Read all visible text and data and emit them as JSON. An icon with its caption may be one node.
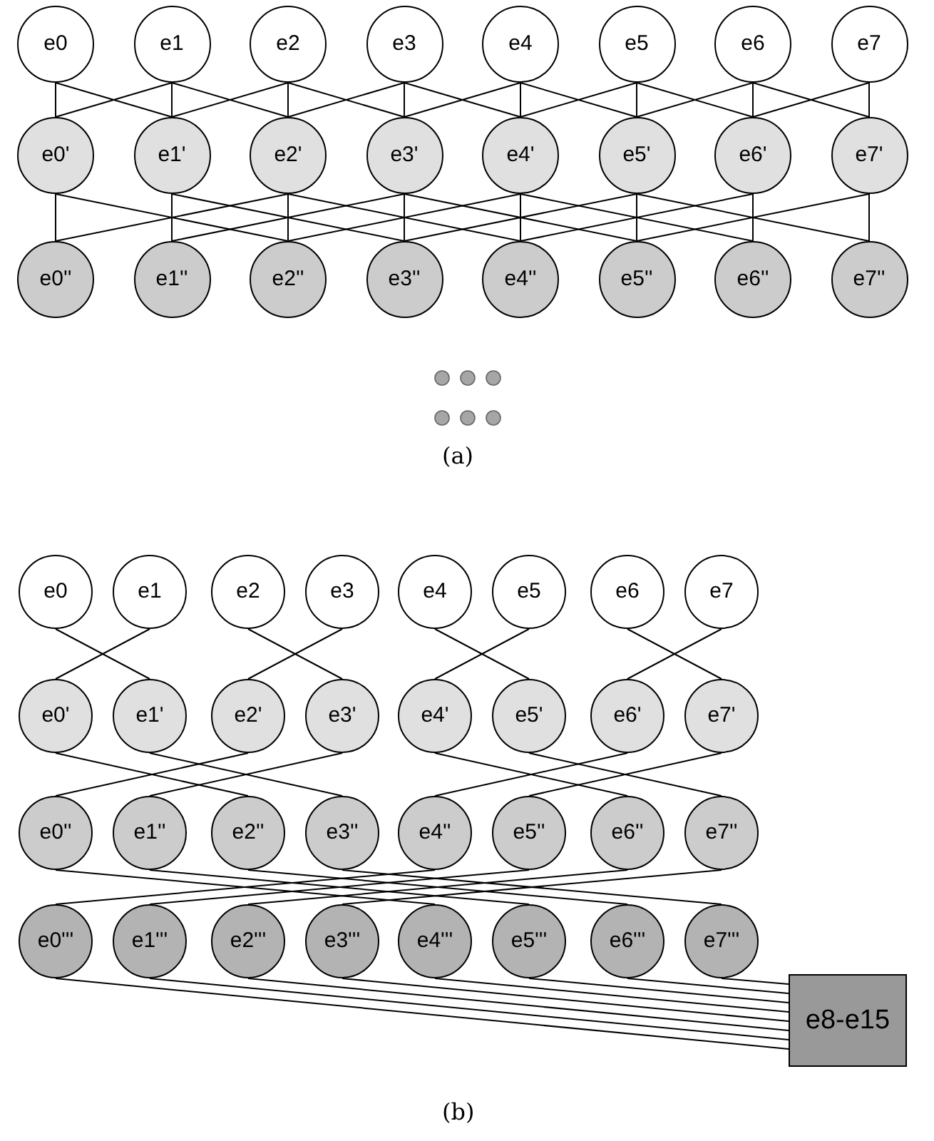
{
  "diagram": {
    "nodes": [
      {
        "text": [
          "e0"
        ]
      },
      {
        "text": [
          "e1"
        ]
      },
      {
        "text": [
          "e2"
        ]
      },
      {
        "text": [
          "e3"
        ]
      },
      {
        "text": [
          "e4"
        ]
      },
      {
        "text": [
          "e5"
        ]
      },
      {
        "text": [
          "e6"
        ]
      },
      {
        "text": [
          "e7"
        ]
      },
      {
        "text": [
          "e0'"
        ]
      },
      {
        "text": [
          "e1'"
        ]
      },
      {
        "text": [
          "e2'"
        ]
      },
      {
        "text": [
          "e3'"
        ]
      },
      {
        "text": [
          "e4'"
        ]
      },
      {
        "text": [
          "e5'"
        ]
      },
      {
        "text": [
          "e6'"
        ]
      },
      {
        "text": [
          "e7'"
        ]
      },
      {
        "text": [
          "e0''"
        ]
      },
      {
        "text": [
          "e1''"
        ]
      },
      {
        "text": [
          "e2''"
        ]
      },
      {
        "text": [
          "e3''"
        ]
      },
      {
        "text": [
          "e4''"
        ]
      },
      {
        "text": [
          "e5''"
        ]
      },
      {
        "text": [
          "e6''"
        ]
      },
      {
        "text": [
          "e7''"
        ]
      },
      {
        "text": [
          "e0"
        ]
      },
      {
        "text": [
          "e1"
        ]
      },
      {
        "text": [
          "e2"
        ]
      },
      {
        "text": [
          "e3"
        ]
      },
      {
        "text": [
          "e4"
        ]
      },
      {
        "text": [
          "e5"
        ]
      },
      {
        "text": [
          "e6"
        ]
      },
      {
        "text": [
          "e7"
        ]
      },
      {
        "text": [
          "e0'"
        ]
      },
      {
        "text": [
          "e1'"
        ]
      },
      {
        "text": [
          "e2'"
        ]
      },
      {
        "text": [
          "e3'"
        ]
      },
      {
        "text": [
          "e4'"
        ]
      },
      {
        "text": [
          "e5'"
        ]
      },
      {
        "text": [
          "e6'"
        ]
      },
      {
        "text": [
          "e7'"
        ]
      },
      {
        "text": [
          "e0''"
        ]
      },
      {
        "text": [
          "e1''"
        ]
      },
      {
        "text": [
          "e2''"
        ]
      },
      {
        "text": [
          "e3''"
        ]
      },
      {
        "text": [
          "e4''"
        ]
      },
      {
        "text": [
          "e5''"
        ]
      },
      {
        "text": [
          "e6''"
        ]
      },
      {
        "text": [
          "e7''"
        ]
      },
      {
        "text": [
          "e0'''"
        ]
      },
      {
        "text": [
          "e1'''"
        ]
      },
      {
        "text": [
          "e2'''"
        ]
      },
      {
        "text": [
          "e3'''"
        ]
      },
      {
        "text": [
          "e4'''"
        ]
      },
      {
        "text": [
          "e5'''"
        ]
      },
      {
        "text": [
          "e6'''"
        ]
      },
      {
        "text": [
          "e7'''"
        ]
      },
      {
        "text": [
          "e8-e15"
        ]
      }
    ],
    "edges": [
      {
        "from": 0,
        "to": 8,
        "arrow": "none"
      },
      {
        "from": 1,
        "to": 9,
        "arrow": "none"
      },
      {
        "from": 2,
        "to": 10,
        "arrow": "none"
      },
      {
        "from": 3,
        "to": 11,
        "arrow": "none"
      },
      {
        "from": 4,
        "to": 12,
        "arrow": "none"
      },
      {
        "from": 5,
        "to": 13,
        "arrow": "none"
      },
      {
        "from": 6,
        "to": 14,
        "arrow": "none"
      },
      {
        "from": 7,
        "to": 15,
        "arrow": "none"
      },
      {
        "from": 0,
        "to": 9,
        "arrow": "none"
      },
      {
        "from": 1,
        "to": 8,
        "arrow": "none"
      },
      {
        "from": 1,
        "to": 10,
        "arrow": "none"
      },
      {
        "from": 2,
        "to": 9,
        "arrow": "none"
      },
      {
        "from": 2,
        "to": 11,
        "arrow": "none"
      },
      {
        "from": 3,
        "to": 10,
        "arrow": "none"
      },
      {
        "from": 3,
        "to": 12,
        "arrow": "none"
      },
      {
        "from": 4,
        "to": 11,
        "arrow": "none"
      },
      {
        "from": 4,
        "to": 13,
        "arrow": "none"
      },
      {
        "from": 5,
        "to": 12,
        "arrow": "none"
      },
      {
        "from": 5,
        "to": 14,
        "arrow": "none"
      },
      {
        "from": 6,
        "to": 13,
        "arrow": "none"
      },
      {
        "from": 6,
        "to": 15,
        "arrow": "none"
      },
      {
        "from": 7,
        "to": 14,
        "arrow": "none"
      },
      {
        "from": 8,
        "to": 16,
        "arrow": "none"
      },
      {
        "from": 9,
        "to": 17,
        "arrow": "none"
      },
      {
        "from": 10,
        "to": 18,
        "arrow": "none"
      },
      {
        "from": 11,
        "to": 19,
        "arrow": "none"
      },
      {
        "from": 12,
        "to": 20,
        "arrow": "none"
      },
      {
        "from": 13,
        "to": 21,
        "arrow": "none"
      },
      {
        "from": 14,
        "to": 22,
        "arrow": "none"
      },
      {
        "from": 15,
        "to": 23,
        "arrow": "none"
      },
      {
        "from": 8,
        "to": 18,
        "arrow": "none"
      },
      {
        "from": 10,
        "to": 16,
        "arrow": "none"
      },
      {
        "from": 9,
        "to": 19,
        "arrow": "none"
      },
      {
        "from": 11,
        "to": 17,
        "arrow": "none"
      },
      {
        "from": 10,
        "to": 20,
        "arrow": "none"
      },
      {
        "from": 12,
        "to": 18,
        "arrow": "none"
      },
      {
        "from": 11,
        "to": 21,
        "arrow": "none"
      },
      {
        "from": 13,
        "to": 19,
        "arrow": "none"
      },
      {
        "from": 12,
        "to": 22,
        "arrow": "none"
      },
      {
        "from": 14,
        "to": 20,
        "arrow": "none"
      },
      {
        "from": 13,
        "to": 23,
        "arrow": "none"
      },
      {
        "from": 15,
        "to": 21,
        "arrow": "none"
      },
      {
        "from": 24,
        "to": 33,
        "arrow": "none"
      },
      {
        "from": 25,
        "to": 32,
        "arrow": "none"
      },
      {
        "from": 26,
        "to": 35,
        "arrow": "none"
      },
      {
        "from": 27,
        "to": 34,
        "arrow": "none"
      },
      {
        "from": 28,
        "to": 37,
        "arrow": "none"
      },
      {
        "from": 29,
        "to": 36,
        "arrow": "none"
      },
      {
        "from": 30,
        "to": 39,
        "arrow": "none"
      },
      {
        "from": 31,
        "to": 38,
        "arrow": "none"
      },
      {
        "from": 32,
        "to": 42,
        "arrow": "none"
      },
      {
        "from": 34,
        "to": 40,
        "arrow": "none"
      },
      {
        "from": 33,
        "to": 43,
        "arrow": "none"
      },
      {
        "from": 35,
        "to": 41,
        "arrow": "none"
      },
      {
        "from": 36,
        "to": 46,
        "arrow": "none"
      },
      {
        "from": 38,
        "to": 44,
        "arrow": "none"
      },
      {
        "from": 37,
        "to": 47,
        "arrow": "none"
      },
      {
        "from": 39,
        "to": 45,
        "arrow": "none"
      },
      {
        "from": 40,
        "to": 52,
        "arrow": "none"
      },
      {
        "from": 44,
        "to": 48,
        "arrow": "none"
      },
      {
        "from": 41,
        "to": 53,
        "arrow": "none"
      },
      {
        "from": 45,
        "to": 49,
        "arrow": "none"
      },
      {
        "from": 42,
        "to": 54,
        "arrow": "none"
      },
      {
        "from": 46,
        "to": 50,
        "arrow": "none"
      },
      {
        "from": 43,
        "to": 55,
        "arrow": "none"
      },
      {
        "from": 47,
        "to": 51,
        "arrow": "none"
      },
      {
        "from": 48,
        "to": 56,
        "arrow": "none"
      },
      {
        "from": 49,
        "to": 56,
        "arrow": "none"
      },
      {
        "from": 50,
        "to": 56,
        "arrow": "none"
      },
      {
        "from": 51,
        "to": 56,
        "arrow": "none"
      },
      {
        "from": 52,
        "to": 56,
        "arrow": "none"
      },
      {
        "from": 53,
        "to": 56,
        "arrow": "none"
      },
      {
        "from": 54,
        "to": 56,
        "arrow": "none"
      },
      {
        "from": 55,
        "to": 56,
        "arrow": "none"
      }
    ],
    "labels": [
      "(a)",
      "(b)"
    ]
  }
}
